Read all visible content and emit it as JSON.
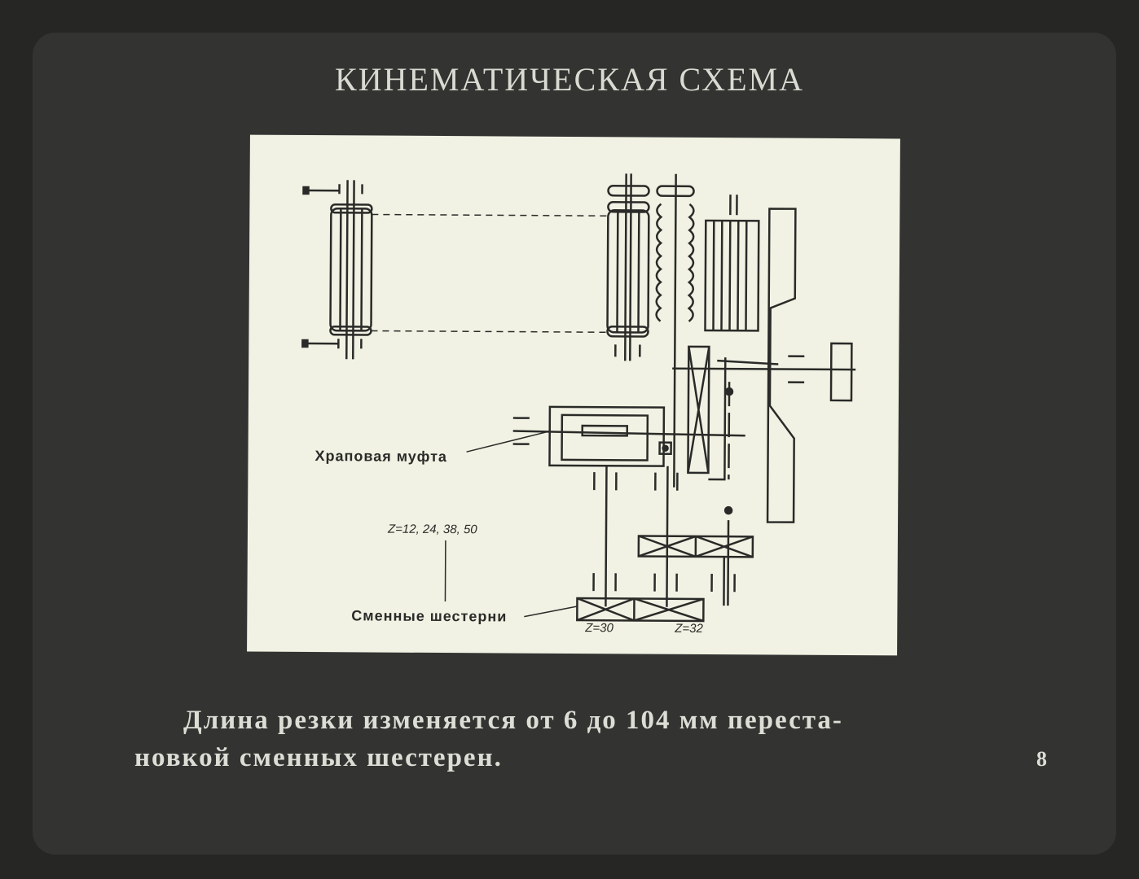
{
  "slide": {
    "title": "КИНЕМАТИЧЕСКАЯ СХЕМА",
    "caption_line1": "Длина резки изменяется от 6 до 104 мм переста-",
    "caption_line2": "новкой сменных шестерен.",
    "page_number": "8"
  },
  "diagram": {
    "label_ratchet": "Храповая муфта",
    "label_gears": "Сменные шестерни",
    "z_changeable": "Z=12, 24, 38, 50",
    "z_30": "Z=30",
    "z_32": "Z=32"
  },
  "colors": {
    "background": "#333432",
    "panel": "#f1f2e3",
    "ink": "#2a2b28",
    "text": "#dcded6"
  }
}
